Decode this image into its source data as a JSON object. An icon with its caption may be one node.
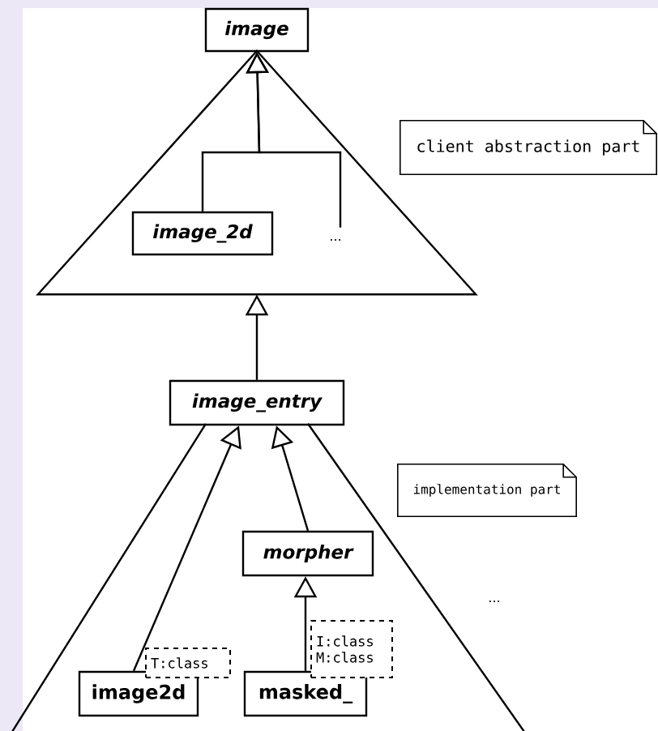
{
  "diagram": {
    "nodes": [
      {
        "text": [
          "image"
        ]
      },
      {
        "text": [],
        "shape": "triangle"
      },
      {
        "text": [
          "image_2d"
        ],
        "in": 1
      },
      {
        "text": [
          "..."
        ],
        "in": 1
      },
      {
        "text": [
          "client abstraction part"
        ]
      },
      {
        "text": [
          "image_entry"
        ]
      },
      {
        "text": [],
        "shape": "triangle"
      },
      {
        "text": [
          "implementation part"
        ]
      },
      {
        "text": [
          "morpher"
        ],
        "in": 6
      },
      {
        "text": [
          "image2d"
        ],
        "in": 6
      },
      {
        "text": [
          "T:class"
        ],
        "in": 6
      },
      {
        "text": [
          "masked_"
        ],
        "in": 6
      },
      {
        "text": [
          "I:class M:class"
        ],
        "in": 6
      }
    ],
    "edges": [
      {
        "from": 2,
        "to": 0,
        "arrow": "to"
      },
      {
        "from": 3,
        "to": 0,
        "arrow": "to"
      },
      {
        "from": 5,
        "to": 1,
        "arrow": "to"
      },
      {
        "from": 9,
        "to": 5,
        "arrow": "to"
      },
      {
        "from": 8,
        "to": 5,
        "arrow": "to"
      },
      {
        "from": 11,
        "to": 8,
        "arrow": "to"
      }
    ],
    "labels": [
      "..."
    ]
  }
}
